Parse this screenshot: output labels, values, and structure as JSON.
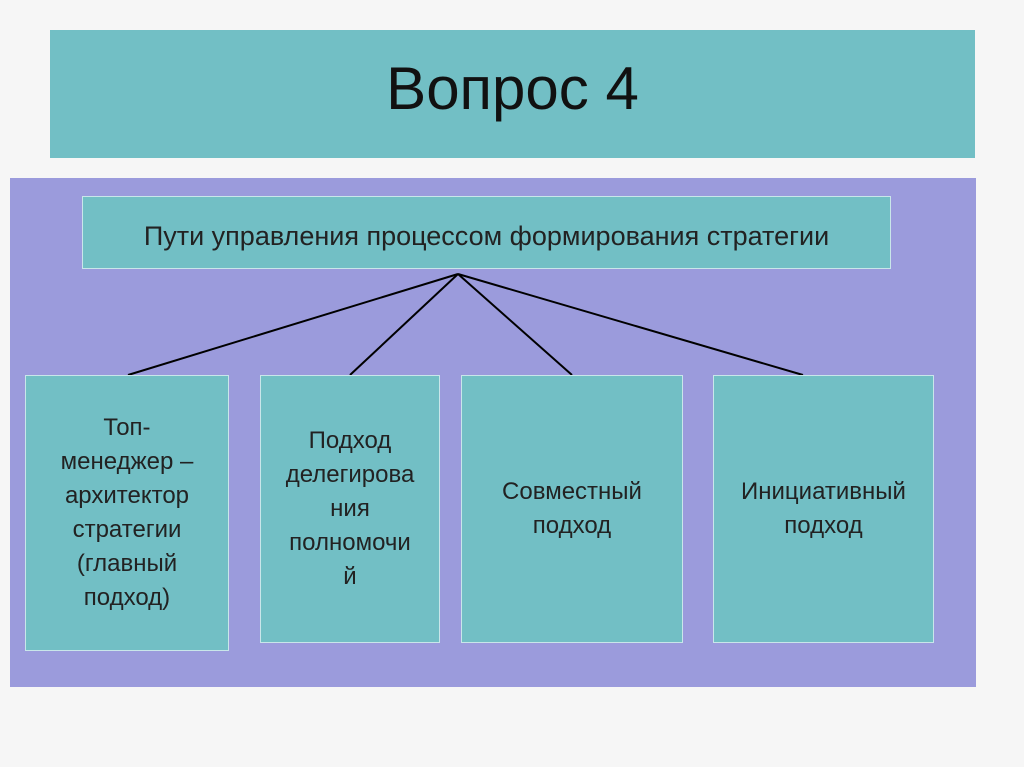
{
  "slide": {
    "title": "Вопрос 4"
  },
  "diagram": {
    "root": "Пути управления процессом формирования стратегии",
    "children": [
      "Топ-\nменеджер –\nархитектор\nстратегии\n(главный\nподход)",
      "Подход\nделегирова\nния\nполномочи\nй",
      "Совместный\nподход",
      "Инициативный\nподход"
    ]
  },
  "colors": {
    "title_bg": "#72bfc5",
    "panel_bg": "#9b9bdc",
    "box_bg": "#72bfc5",
    "line": "#000000"
  }
}
